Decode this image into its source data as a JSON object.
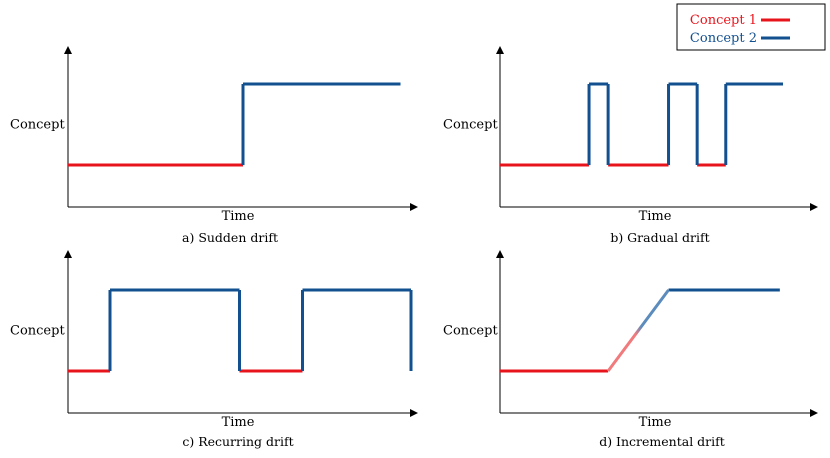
{
  "colors": {
    "concept1": "#e8141c",
    "concept2": "#12508f",
    "concept1_light": "#f07a7c",
    "concept2_light": "#5b8cbd",
    "axis": "#000000"
  },
  "legend": {
    "concept1_label": "Concept 1",
    "concept2_label": "Concept 2"
  },
  "panels": [
    {
      "caption": "a) Sudden drift",
      "ylabel": "Concept",
      "xlabel": "Time",
      "segments": [
        {
          "c": 1,
          "x0": 0,
          "x1": 0.5
        },
        {
          "c": 2,
          "x0": 0.5,
          "x1": 0.95
        }
      ]
    },
    {
      "caption": "b) Gradual drift",
      "ylabel": "Concept",
      "xlabel": "Time",
      "segments": [
        {
          "c": 1,
          "x0": 0,
          "x1": 0.28
        },
        {
          "c": 2,
          "x0": 0.28,
          "x1": 0.34
        },
        {
          "c": 1,
          "x0": 0.34,
          "x1": 0.53
        },
        {
          "c": 2,
          "x0": 0.53,
          "x1": 0.62
        },
        {
          "c": 1,
          "x0": 0.62,
          "x1": 0.71
        },
        {
          "c": 2,
          "x0": 0.71,
          "x1": 0.89
        }
      ]
    },
    {
      "caption": "c) Recurring drift",
      "ylabel": "Concept",
      "xlabel": "Time",
      "segments": [
        {
          "c": 1,
          "x0": 0,
          "x1": 0.12
        },
        {
          "c": 2,
          "x0": 0.12,
          "x1": 0.49
        },
        {
          "c": 1,
          "x0": 0.49,
          "x1": 0.67
        },
        {
          "c": 2,
          "x0": 0.67,
          "x1": 0.98
        }
      ]
    },
    {
      "caption": "d) Incremental drift",
      "ylabel": "Concept",
      "xlabel": "Time",
      "segments": [
        {
          "c": 1,
          "x0": 0,
          "x1": 0.34
        },
        {
          "c": 2,
          "x0": 0.53,
          "x1": 0.88
        }
      ],
      "ramp": {
        "x0": 0.34,
        "x1": 0.53
      }
    }
  ]
}
